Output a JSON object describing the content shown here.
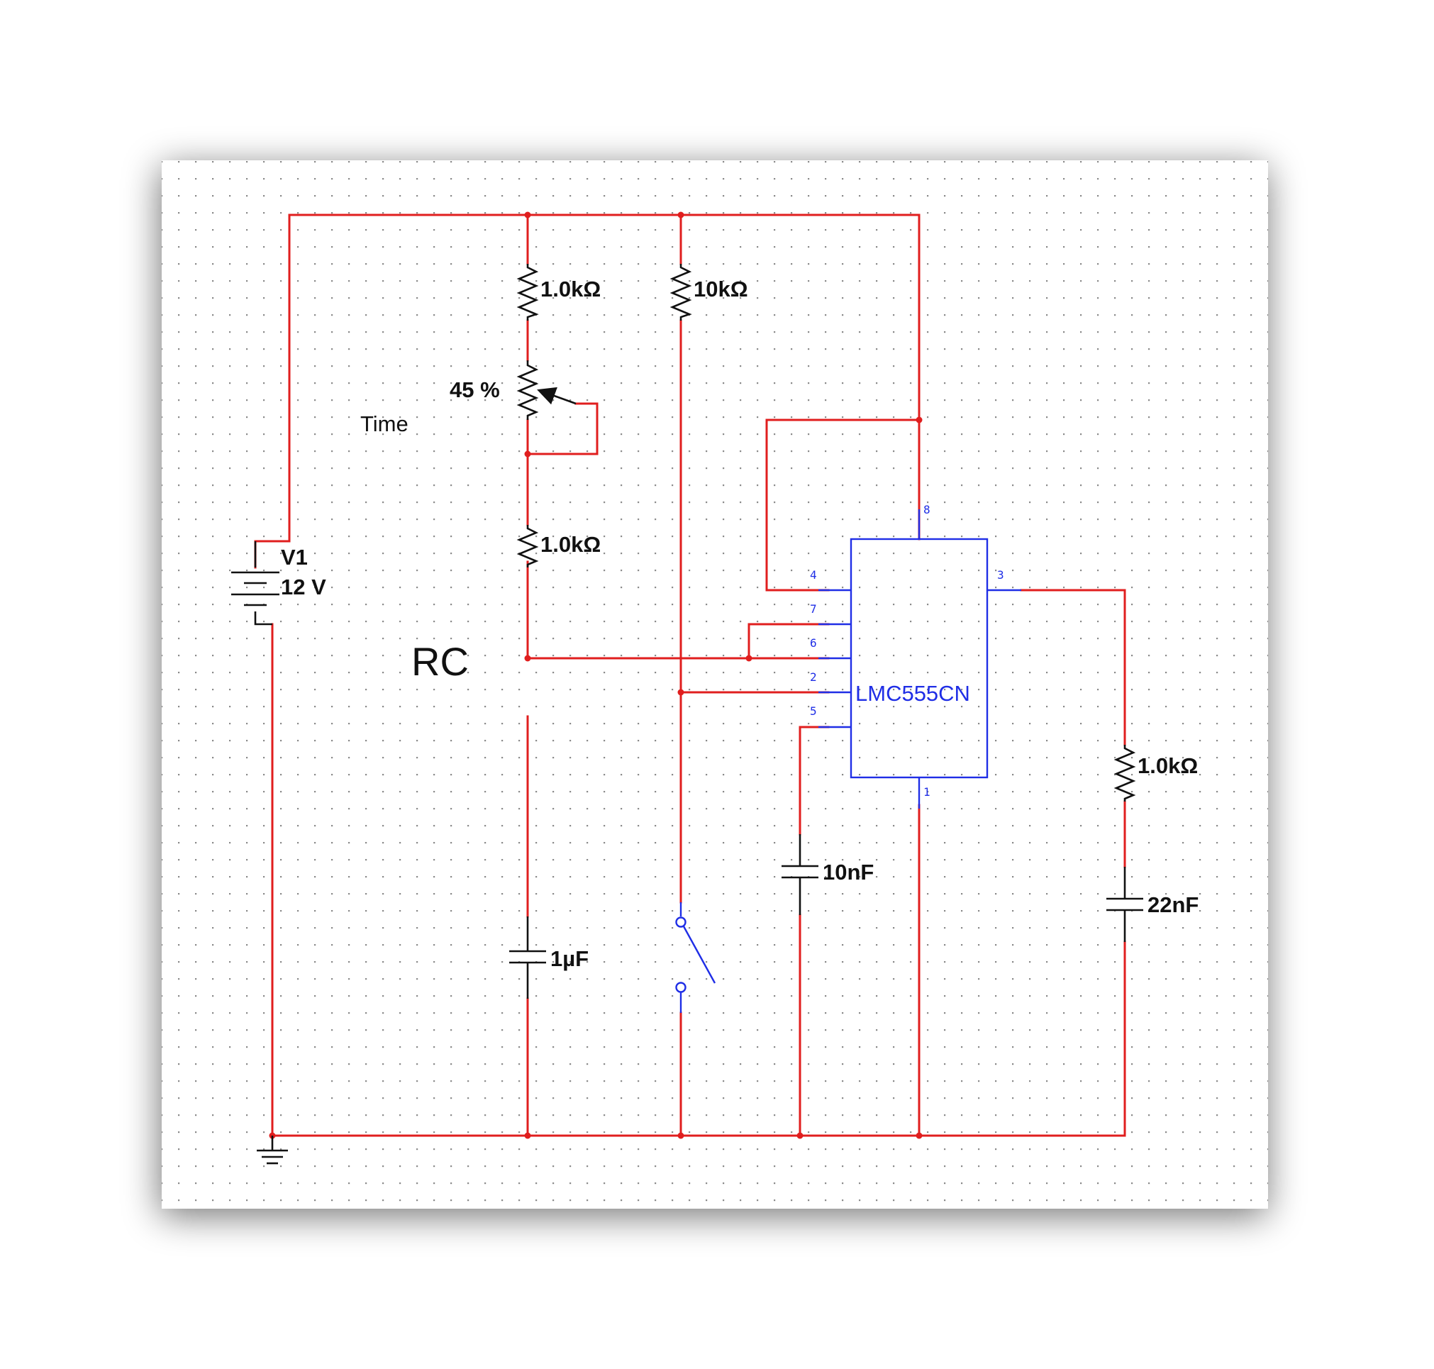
{
  "schematic": {
    "title": "RC",
    "source": {
      "name": "V1",
      "value": "12 V"
    },
    "resistors": {
      "r_top": "1.0kΩ",
      "r_bottom": "1.0kΩ",
      "r_pullup": "10kΩ",
      "r_output": "1.0kΩ"
    },
    "potentiometer": {
      "setting": "45 %",
      "key": "Time"
    },
    "capacitors": {
      "c_timing": "1µF",
      "c_control": "10nF",
      "c_output": "22nF"
    },
    "ic": {
      "part": "LMC555CN",
      "pins": {
        "vcc": "8",
        "reset": "4",
        "discharge": "7",
        "threshold": "6",
        "trigger": "2",
        "control": "5",
        "ground": "1",
        "output": "3"
      }
    },
    "colors": {
      "wire": "#e01e1e",
      "component": "#1f2ee6",
      "grid_dot": "#8a8a8a",
      "symbol": "#111111"
    }
  }
}
